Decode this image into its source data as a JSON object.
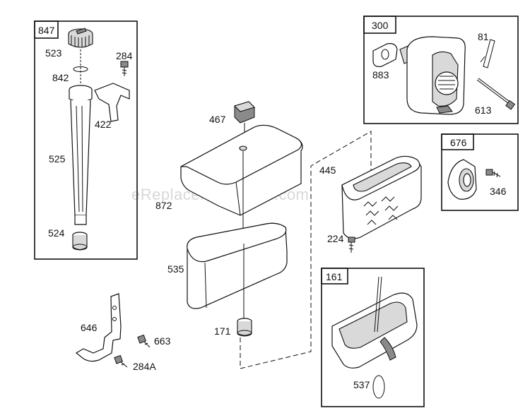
{
  "watermark": "eReplacementParts.com",
  "boxes": {
    "b847": "847",
    "b300": "300",
    "b676": "676",
    "b161": "161"
  },
  "parts": {
    "p523": "523",
    "p284": "284",
    "p842": "842",
    "p422": "422",
    "p525": "525",
    "p524": "524",
    "p467": "467",
    "p872": "872",
    "p535": "535",
    "p171": "171",
    "p445": "445",
    "p224": "224",
    "p883": "883",
    "p81": "81",
    "p613": "613",
    "p346": "346",
    "p646": "646",
    "p663": "663",
    "p284A": "284A",
    "p537": "537"
  }
}
